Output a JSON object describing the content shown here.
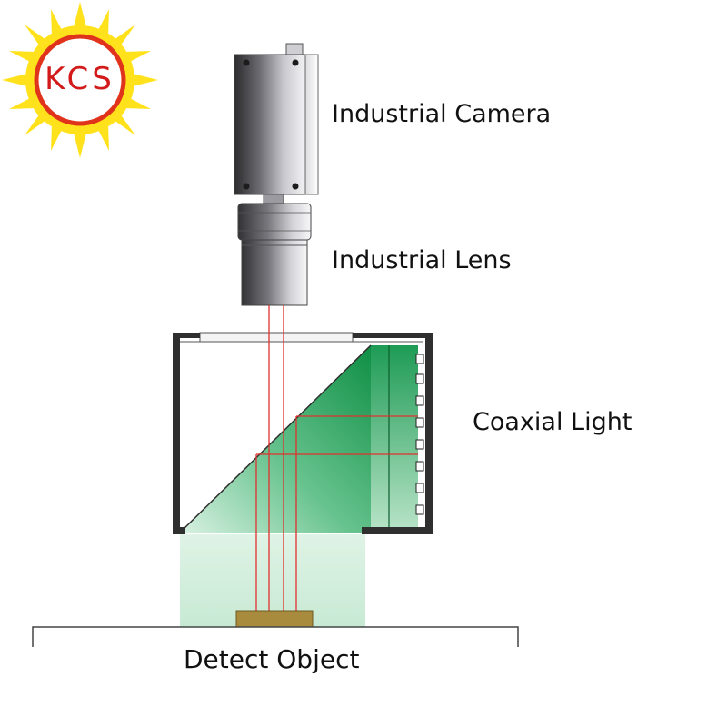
{
  "logo": {
    "text": "KCS",
    "sun_color": "#ffe21c",
    "ring_color": "#e0331c",
    "text_color": "#d31a1a"
  },
  "labels": {
    "camera": "Industrial Camera",
    "lens": "Industrial Lens",
    "coaxial_light": "Coaxial Light",
    "object": "Detect Object"
  },
  "colors": {
    "light": "#3bb46b",
    "ray": "#e0312f",
    "object": "#a88b3c",
    "frame": "#333333"
  }
}
